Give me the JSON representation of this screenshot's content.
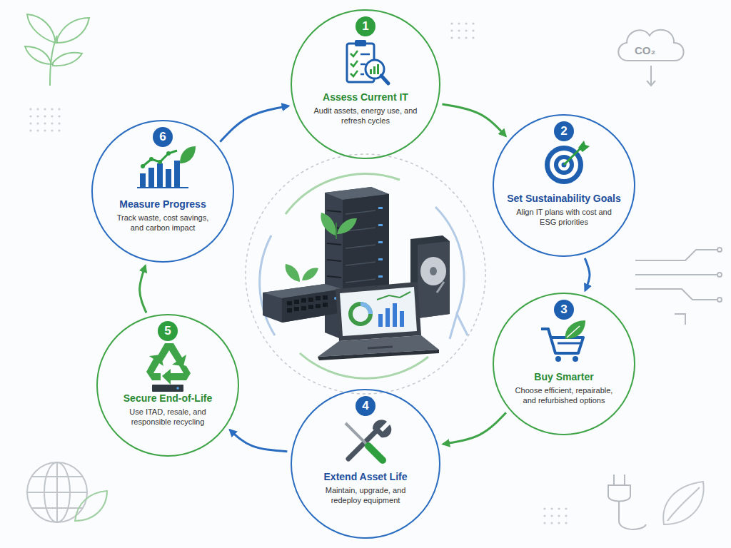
{
  "diagram": {
    "nodes": [
      {
        "text": [
          "1",
          "Assess Current IT",
          "Audit assets, energy use, and refresh cycles"
        ]
      },
      {
        "text": [
          "2",
          "Set Sustainability Goals",
          "Align IT plans with cost and ESG priorities"
        ]
      },
      {
        "text": [
          "3",
          "Buy Smarter",
          "Choose efficient, repairable, and refurbished options"
        ]
      },
      {
        "text": [
          "4",
          "Extend Asset Life",
          "Maintain, upgrade, and redeploy equipment"
        ]
      },
      {
        "text": [
          "5",
          "Secure End-of-Life",
          "Use ITAD, resale, and responsible recycling"
        ]
      },
      {
        "text": [
          "6",
          "Measure Progress",
          "Track waste, cost savings, and carbon impact"
        ]
      }
    ],
    "edges": [
      {
        "from": 0,
        "to": 1,
        "arrow": "to"
      },
      {
        "from": 1,
        "to": 2,
        "arrow": "to"
      },
      {
        "from": 2,
        "to": 3,
        "arrow": "to"
      },
      {
        "from": 3,
        "to": 4,
        "arrow": "to"
      },
      {
        "from": 4,
        "to": 5,
        "arrow": "to"
      },
      {
        "from": 5,
        "to": 0,
        "arrow": "to"
      }
    ],
    "labels": [
      "CO₂"
    ]
  }
}
